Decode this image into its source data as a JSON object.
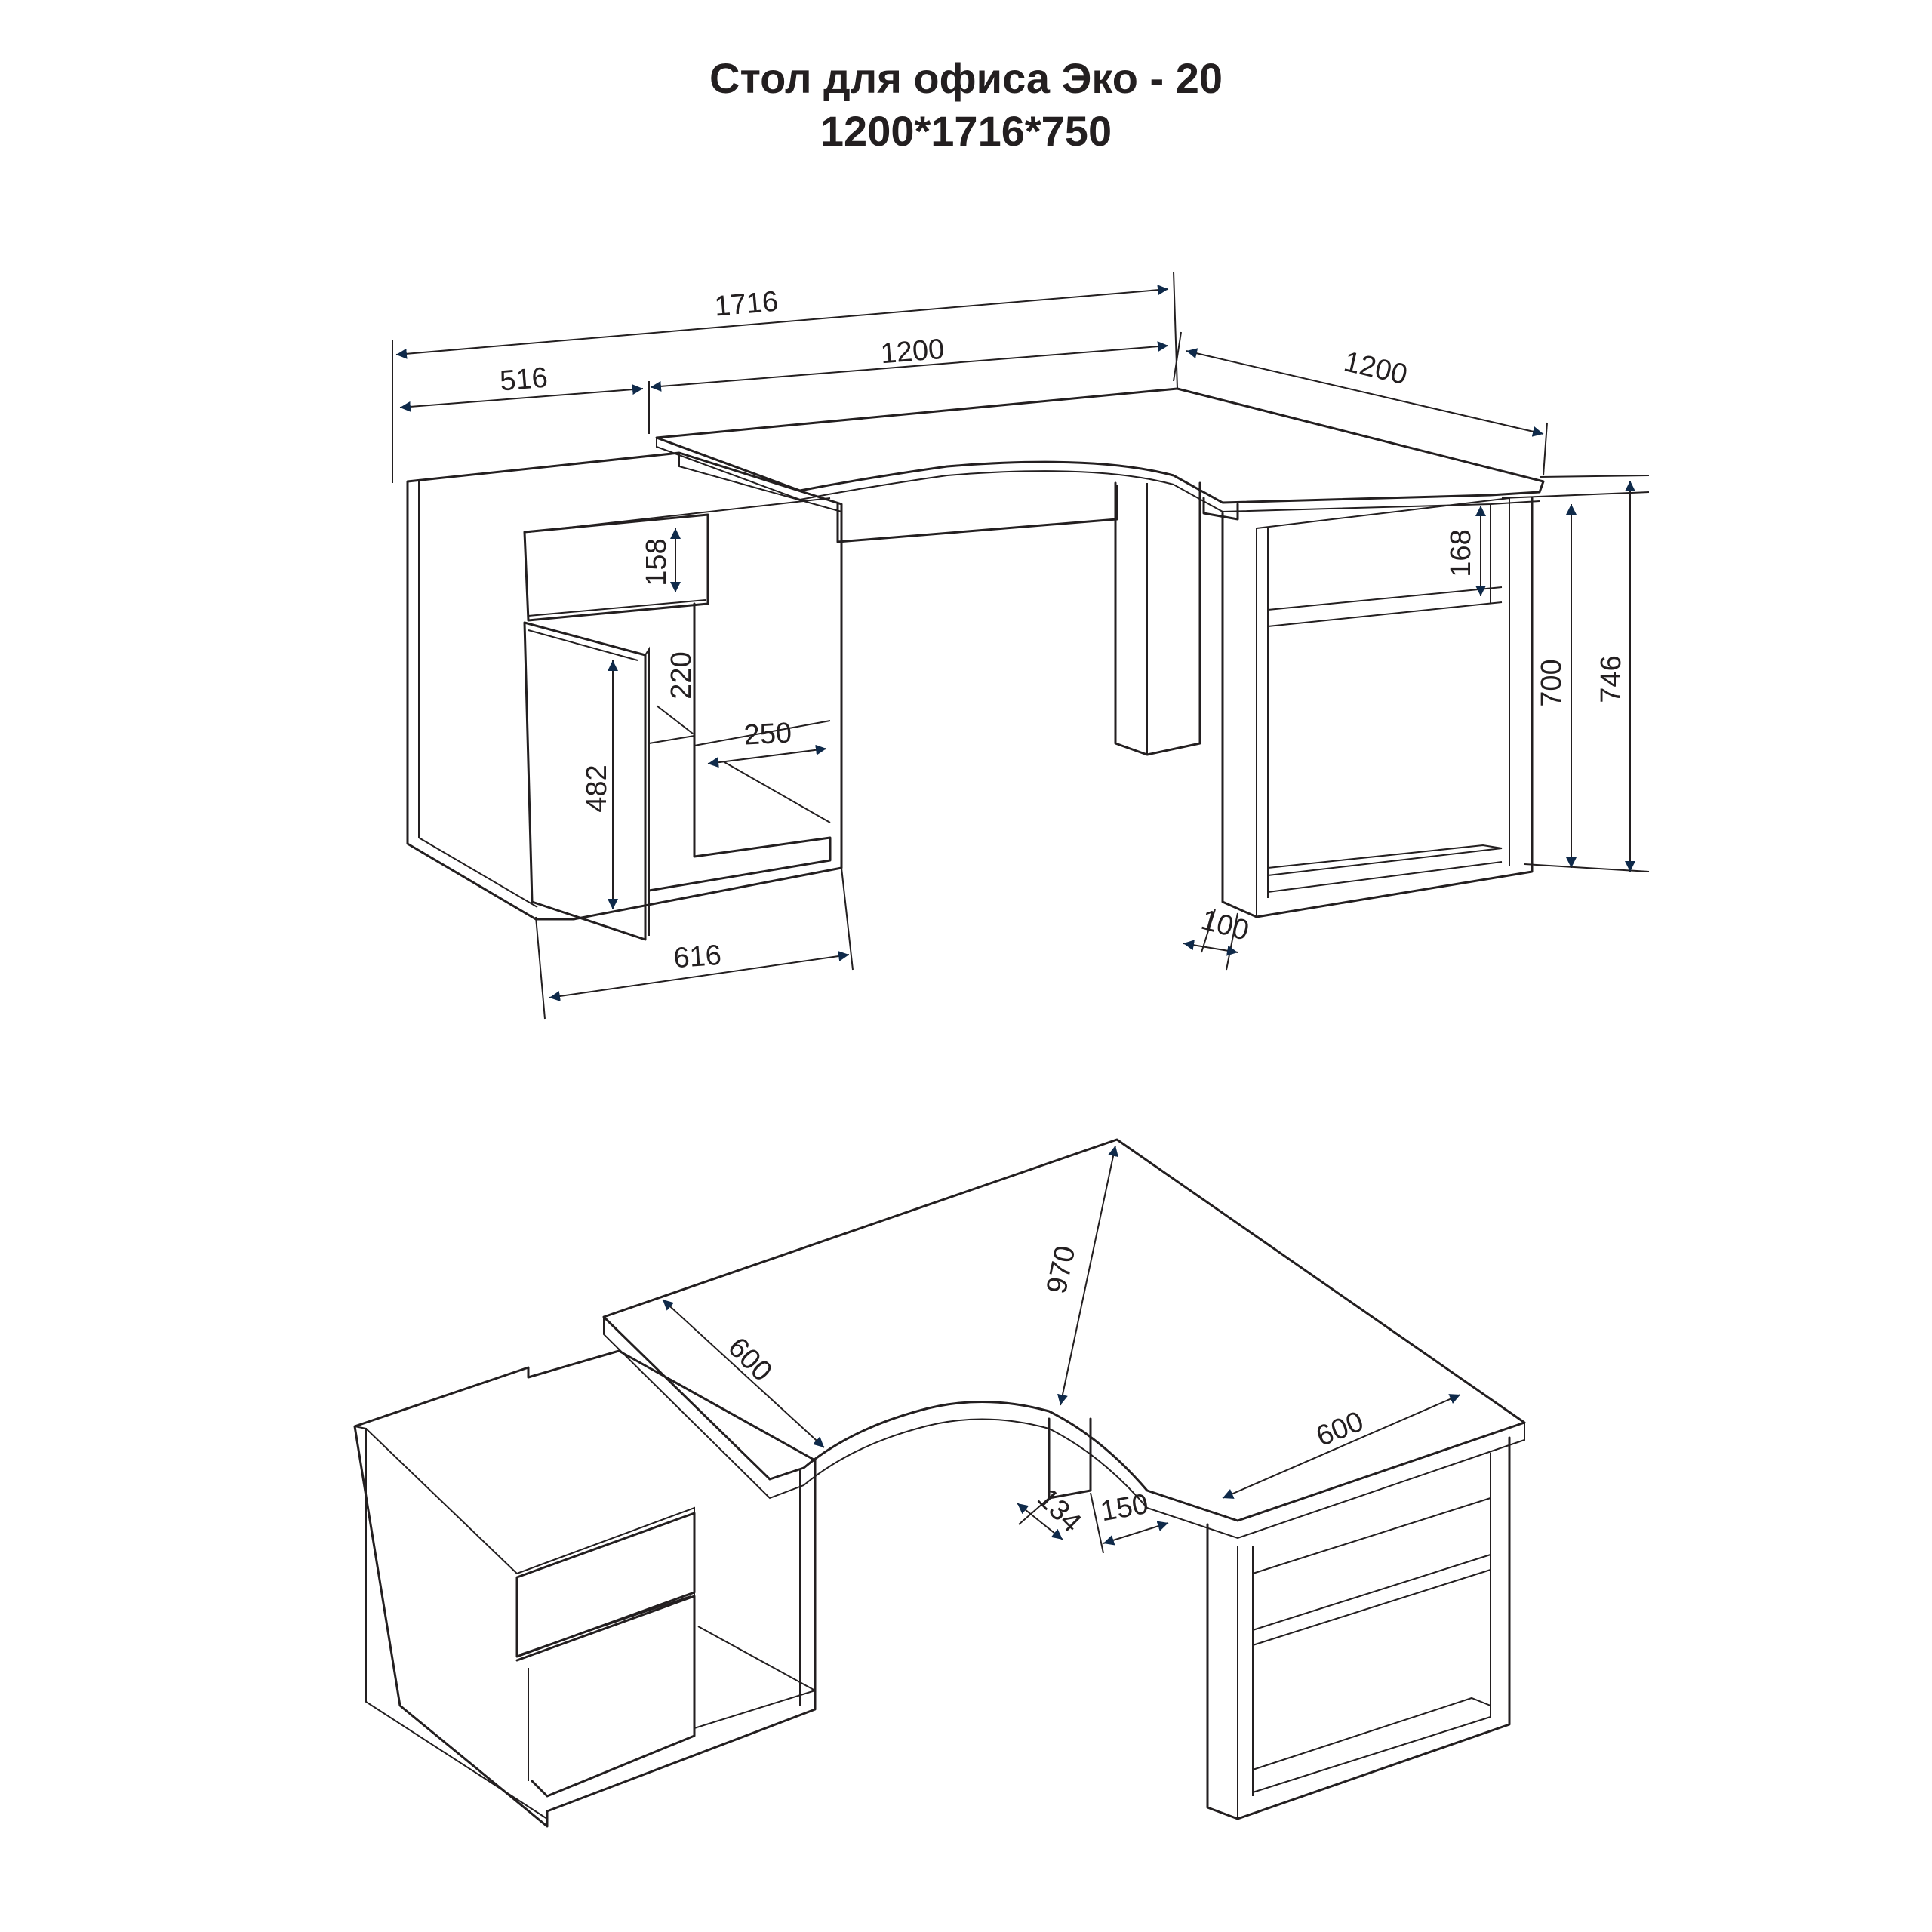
{
  "title": "Стол для офиса Эко - 20",
  "subtitle": "1200*1716*750",
  "top_view": {
    "dimensions": {
      "overall_width": "1716",
      "desk_width": "1200",
      "cabinet_width": "516",
      "side_length": "1200",
      "drawer_height": "158",
      "shelf_height": "220",
      "door_height": "482",
      "opening_width": "250",
      "cabinet_depth": "616",
      "shelf_drawer_height": "168",
      "inner_height": "700",
      "total_height": "746",
      "panel_offset": "100"
    }
  },
  "bottom_view": {
    "dimensions": {
      "left_depth": "600",
      "diagonal": "970",
      "right_depth": "600",
      "leg_depth": "134",
      "leg_width": "150"
    }
  },
  "colors": {
    "line": "#231f20",
    "arrow": "#0f2a4a"
  }
}
